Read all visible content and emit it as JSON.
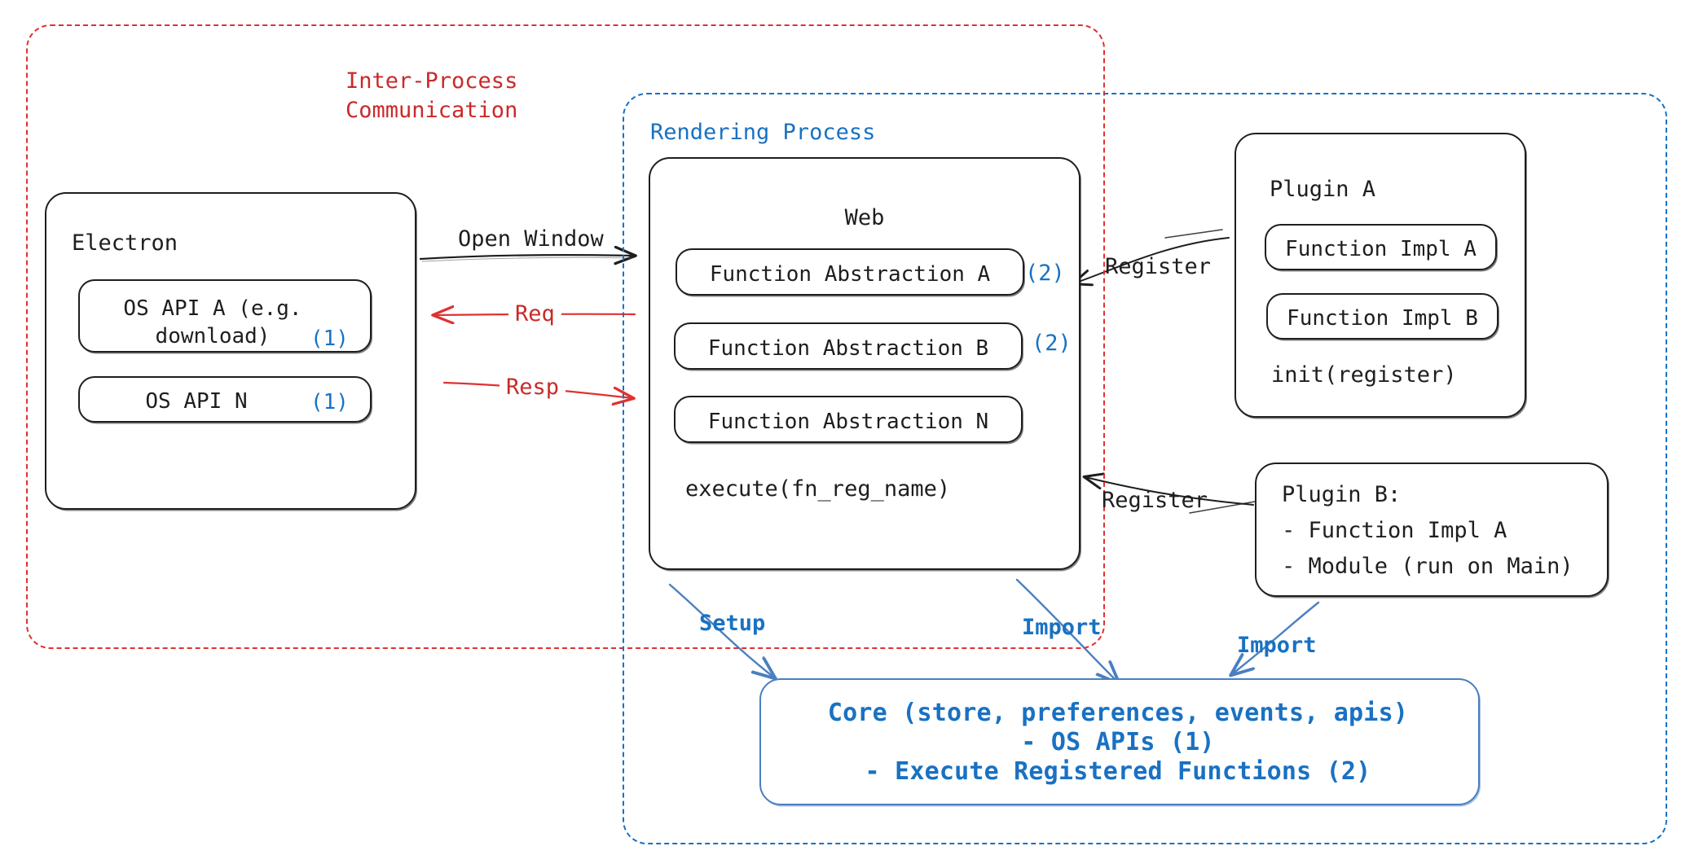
{
  "diagram": {
    "title_hidden": "",
    "colors": {
      "ink": "#1e1e1e",
      "red": "#c92a2a",
      "red_border": "#e03131",
      "blue": "#1971c2",
      "white": "#ffffff"
    },
    "regions": [
      {
        "key": "ipc",
        "label": "Inter-Process\nCommunication",
        "color": "#c92a2a",
        "style": "dashed"
      },
      {
        "key": "rendering",
        "label": "Rendering Process",
        "color": "#1971c2",
        "style": "dashed"
      }
    ],
    "electron": {
      "title": "Electron",
      "items": [
        {
          "label": "OS API A (e.g.\ndownload)",
          "note": "(1)"
        },
        {
          "label": "OS API N",
          "note": "(1)"
        }
      ]
    },
    "web": {
      "title": "Web",
      "items": [
        {
          "label": "Function Abstraction A",
          "note": "(2)"
        },
        {
          "label": "Function Abstraction B",
          "note": "(2)"
        },
        {
          "label": "Function Abstraction N",
          "note": ""
        }
      ],
      "footer": "execute(fn_reg_name)"
    },
    "plugin_a": {
      "title": "Plugin A",
      "items": [
        {
          "label": "Function Impl A"
        },
        {
          "label": "Function Impl B"
        }
      ],
      "footer": "init(register)"
    },
    "plugin_b": {
      "lines": [
        "Plugin B:",
        "- Function Impl A",
        "- Module (run on Main)"
      ]
    },
    "core": {
      "lines": [
        "Core (store, preferences, events, apis)",
        "- OS APIs (1)",
        "- Execute Registered Functions (2)"
      ]
    },
    "arrows": [
      {
        "key": "open-window",
        "label": "Open Window",
        "color": "#1e1e1e",
        "direction": "right"
      },
      {
        "key": "req",
        "label": "Req",
        "color": "#c92a2a",
        "direction": "left"
      },
      {
        "key": "resp",
        "label": "Resp",
        "color": "#c92a2a",
        "direction": "right"
      },
      {
        "key": "register-plugin-a",
        "label": "Register",
        "color": "#1e1e1e",
        "direction": "left"
      },
      {
        "key": "register-plugin-b",
        "label": "Register",
        "color": "#1e1e1e",
        "direction": "left"
      },
      {
        "key": "setup",
        "label": "Setup",
        "color": "#1971c2",
        "direction": "down"
      },
      {
        "key": "import-web",
        "label": "Import",
        "color": "#1971c2",
        "direction": "down"
      },
      {
        "key": "import-plugin-b",
        "label": "Import",
        "color": "#1971c2",
        "direction": "down-left"
      }
    ]
  }
}
